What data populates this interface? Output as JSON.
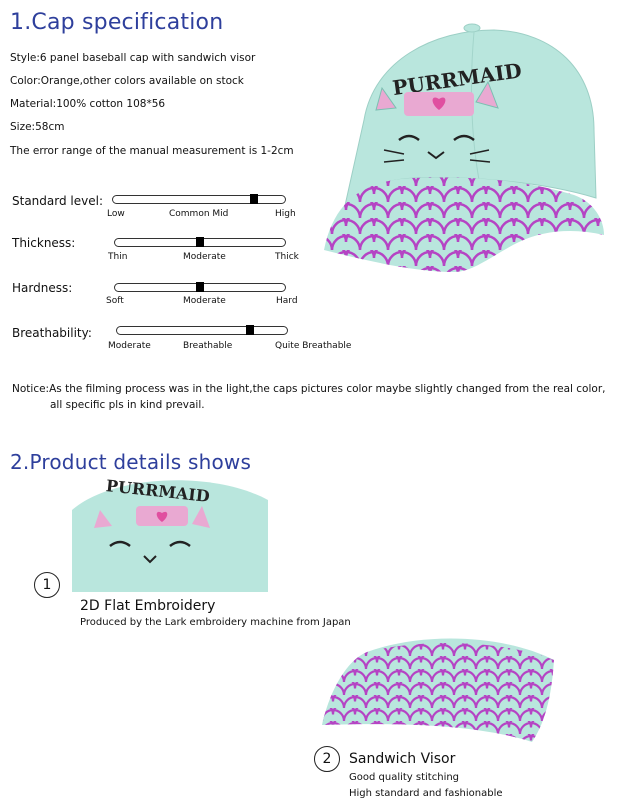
{
  "section1": {
    "title": "1.Cap specification",
    "specs": [
      "Style:6 panel baseball cap with sandwich visor",
      "Color:Orange,other colors available on stock",
      "Material:100% cotton 108*56",
      "Size:58cm",
      "The error range of the manual measurement is 1-2cm"
    ]
  },
  "levels": [
    {
      "label": "Standard level:",
      "ticks": [
        "Low",
        "Common Mid",
        "High"
      ],
      "value": 0.82
    },
    {
      "label": "Thickness:",
      "ticks": [
        "Thin",
        "Moderate",
        "Thick"
      ],
      "value": 0.5
    },
    {
      "label": "Hardness:",
      "ticks": [
        "Soft",
        "Moderate",
        "Hard"
      ],
      "value": 0.5
    },
    {
      "label": "Breathability:",
      "ticks": [
        "Moderate",
        "Breathable",
        "Quite Breathable"
      ],
      "value": 0.78
    }
  ],
  "notice": {
    "line1": "Notice:As the filming process was in the light,the caps pictures color maybe slightly changed from the real color,",
    "line2": "all specific pls in kind prevail."
  },
  "section2": {
    "title": "2.Product details shows",
    "details": [
      {
        "number": "1",
        "title": "2D Flat Embroidery",
        "lines": [
          "Produced by the Lark embroidery machine from Japan"
        ]
      },
      {
        "number": "2",
        "title": "Sandwich Visor",
        "lines": [
          "Good quality stitching",
          "High standard and fashionable"
        ]
      }
    ]
  },
  "cap": {
    "text": "PURRMAID",
    "body_color": "#b9e6dd",
    "scale_color": "#b544c4",
    "heart_color": "#e04fa0",
    "patch_color": "#e9a9d2"
  },
  "colors": {
    "heading": "#2e3f9c"
  }
}
